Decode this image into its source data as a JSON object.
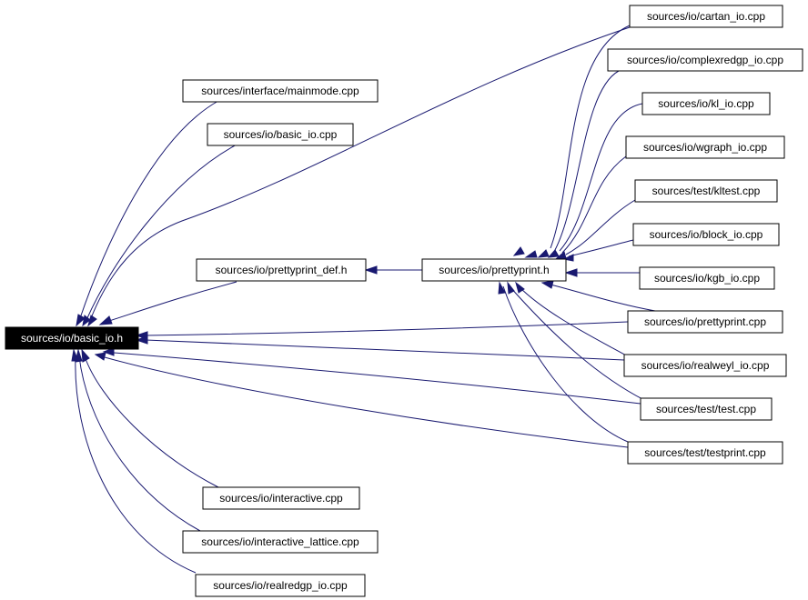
{
  "graph": {
    "colors": {
      "edge": "#191970",
      "node_border": "#000000",
      "root_fill": "#000000",
      "root_text": "#ffffff"
    },
    "nodes": {
      "basic_io_h": "sources/io/basic_io.h",
      "mainmode_cpp": "sources/interface/mainmode.cpp",
      "basic_io_cpp": "sources/io/basic_io.cpp",
      "prettyprint_def_h": "sources/io/prettyprint_def.h",
      "prettyprint_h": "sources/io/prettyprint.h",
      "cartan_io_cpp": "sources/io/cartan_io.cpp",
      "complexredgp_io_cpp": "sources/io/complexredgp_io.cpp",
      "kl_io_cpp": "sources/io/kl_io.cpp",
      "wgraph_io_cpp": "sources/io/wgraph_io.cpp",
      "kltest_cpp": "sources/test/kltest.cpp",
      "block_io_cpp": "sources/io/block_io.cpp",
      "kgb_io_cpp": "sources/io/kgb_io.cpp",
      "prettyprint_cpp": "sources/io/prettyprint.cpp",
      "realweyl_io_cpp": "sources/io/realweyl_io.cpp",
      "test_cpp": "sources/test/test.cpp",
      "testprint_cpp": "sources/test/testprint.cpp",
      "interactive_cpp": "sources/io/interactive.cpp",
      "interactive_lattice_cpp": "sources/io/interactive_lattice.cpp",
      "realredgp_io_cpp": "sources/io/realredgp_io.cpp"
    }
  }
}
